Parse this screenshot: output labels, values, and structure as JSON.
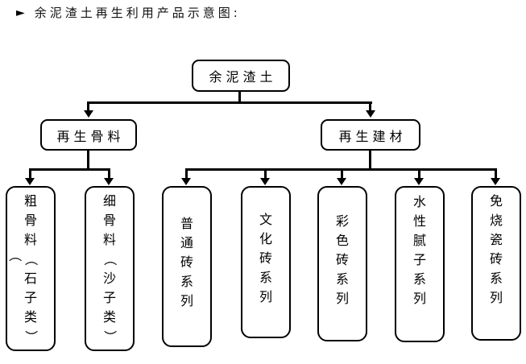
{
  "title": {
    "bullet": "►",
    "text": "余泥渣土再生利用产品示意图:"
  },
  "colors": {
    "background": "#ffffff",
    "line": "#000000",
    "box_border": "#000000",
    "text": "#000000"
  },
  "tree": {
    "root": {
      "label": "余泥渣土"
    },
    "branches": [
      {
        "label": "再生骨料",
        "children": [
          "粗骨料（石子类）",
          "细骨料（沙子类）"
        ]
      },
      {
        "label": "再生建材",
        "children": [
          "普通砖系列",
          "文化砖系列",
          "彩色砖系列",
          "水性腻子系列",
          "免烧瓷砖系列"
        ]
      }
    ],
    "stray_glyph": "（"
  }
}
